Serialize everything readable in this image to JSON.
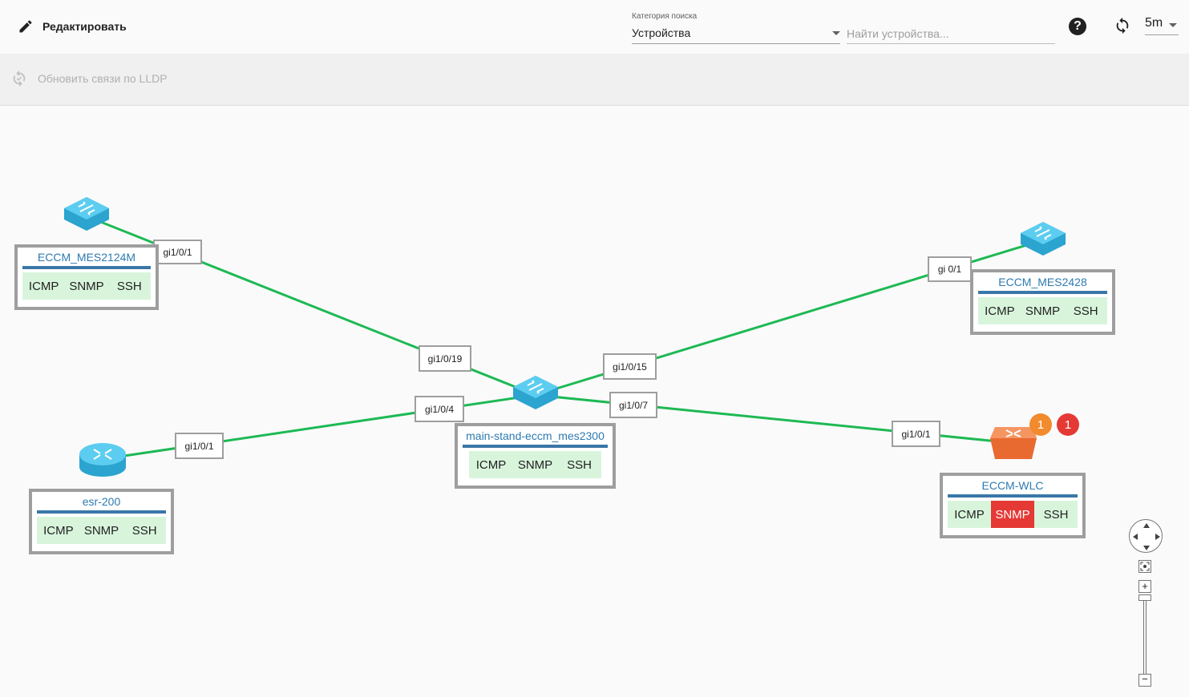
{
  "toolbar": {
    "edit_label": "Редактировать",
    "category_label": "Категория поиска",
    "category_value": "Устройства",
    "search_placeholder": "Найти устройства...",
    "help_symbol": "?",
    "interval_value": "5m"
  },
  "subbar": {
    "lldp_label": "Обновить связи по LLDP"
  },
  "devices": [
    {
      "name": "ECCM_MES2124M",
      "type": "switch",
      "checks": [
        {
          "label": "ICMP",
          "status": "ok"
        },
        {
          "label": "SNMP",
          "status": "ok"
        },
        {
          "label": "SSH",
          "status": "ok"
        }
      ]
    },
    {
      "name": "ECCM_MES2428",
      "type": "switch",
      "checks": [
        {
          "label": "ICMP",
          "status": "ok"
        },
        {
          "label": "SNMP",
          "status": "ok"
        },
        {
          "label": "SSH",
          "status": "ok"
        }
      ]
    },
    {
      "name": "main-stand-eccm_mes2300",
      "type": "switch",
      "checks": [
        {
          "label": "ICMP",
          "status": "ok"
        },
        {
          "label": "SNMP",
          "status": "ok"
        },
        {
          "label": "SSH",
          "status": "ok"
        }
      ]
    },
    {
      "name": "esr-200",
      "type": "router",
      "checks": [
        {
          "label": "ICMP",
          "status": "ok"
        },
        {
          "label": "SNMP",
          "status": "ok"
        },
        {
          "label": "SSH",
          "status": "ok"
        }
      ]
    },
    {
      "name": "ECCM-WLC",
      "type": "wlc",
      "checks": [
        {
          "label": "ICMP",
          "status": "ok"
        },
        {
          "label": "SNMP",
          "status": "fail"
        },
        {
          "label": "SSH",
          "status": "ok"
        }
      ],
      "alarms": {
        "warning": "1",
        "critical": "1"
      }
    }
  ],
  "ports": {
    "mes2124m_uplink": "gi1/0/1",
    "main_to_mes2124m": "gi1/0/19",
    "mes2428_uplink": "gi 0/1",
    "main_to_mes2428": "gi1/0/15",
    "esr_uplink": "gi1/0/1",
    "main_to_esr": "gi1/0/4",
    "main_to_wlc": "gi1/0/7",
    "wlc_uplink": "gi1/0/1"
  },
  "colors": {
    "link": "#1db954",
    "switch": "#3ab8e0",
    "router": "#3ab8e0",
    "wlc": "#f08048",
    "check_ok": "#d8f5dc",
    "check_fail": "#e53935",
    "badge_warning": "#f28a2e",
    "badge_critical": "#e53935"
  }
}
